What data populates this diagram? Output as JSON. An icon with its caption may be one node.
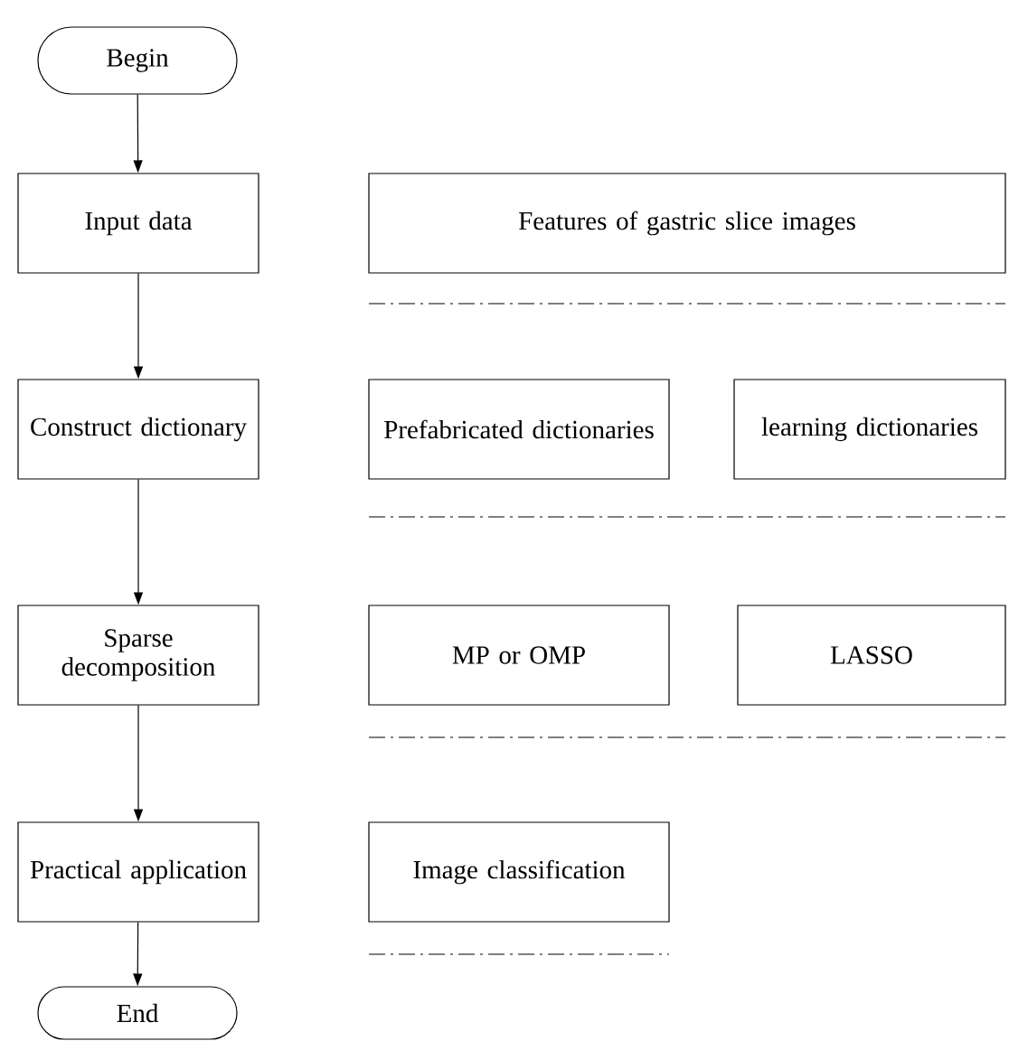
{
  "diagram": {
    "nodes": [
      {
        "text": [
          "Begin"
        ]
      },
      {
        "text": [
          "Input data"
        ]
      },
      {
        "text": [
          "Features of gastric slice images"
        ]
      },
      {
        "text": [
          "Construct dictionary"
        ]
      },
      {
        "text": [
          "Prefabricated dictionaries"
        ]
      },
      {
        "text": [
          "learning dictionaries"
        ]
      },
      {
        "text": [
          "Sparse decomposition"
        ]
      },
      {
        "text": [
          "MP or OMP"
        ]
      },
      {
        "text": [
          "LASSO"
        ]
      },
      {
        "text": [
          "Practical application"
        ]
      },
      {
        "text": [
          "Image classification"
        ]
      },
      {
        "text": [
          "End"
        ]
      }
    ],
    "edges": [
      {
        "from": 0,
        "to": 1,
        "arrow": "to"
      },
      {
        "from": 1,
        "to": 3,
        "arrow": "to"
      },
      {
        "from": 3,
        "to": 6,
        "arrow": "to"
      },
      {
        "from": 6,
        "to": 9,
        "arrow": "to"
      },
      {
        "from": 9,
        "to": 11,
        "arrow": "to"
      }
    ]
  }
}
